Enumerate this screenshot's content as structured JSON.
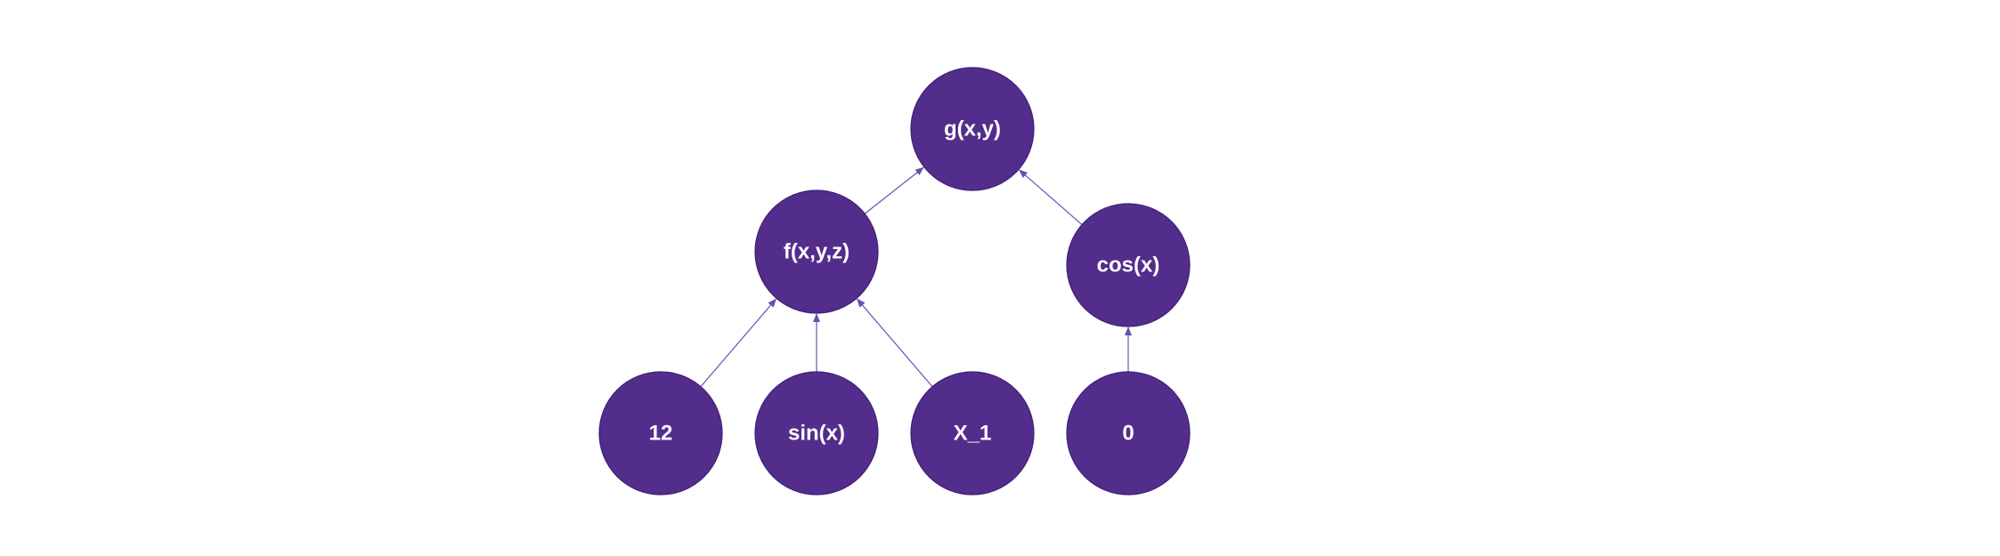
{
  "diagram": {
    "node_color": "#532d8b",
    "edge_color": "#6a4fb0",
    "nodes": [
      {
        "id": "g",
        "label": "g(x,y)"
      },
      {
        "id": "f",
        "label": "f(x,y,z)"
      },
      {
        "id": "cos",
        "label": "cos(x)"
      },
      {
        "id": "n12",
        "label": "12"
      },
      {
        "id": "sin",
        "label": "sin(x)"
      },
      {
        "id": "x1",
        "label": "X_1"
      },
      {
        "id": "zero",
        "label": "0"
      }
    ],
    "edges": [
      {
        "from": "f",
        "to": "g"
      },
      {
        "from": "cos",
        "to": "g"
      },
      {
        "from": "n12",
        "to": "f"
      },
      {
        "from": "sin",
        "to": "f"
      },
      {
        "from": "x1",
        "to": "f"
      },
      {
        "from": "zero",
        "to": "cos"
      }
    ]
  }
}
